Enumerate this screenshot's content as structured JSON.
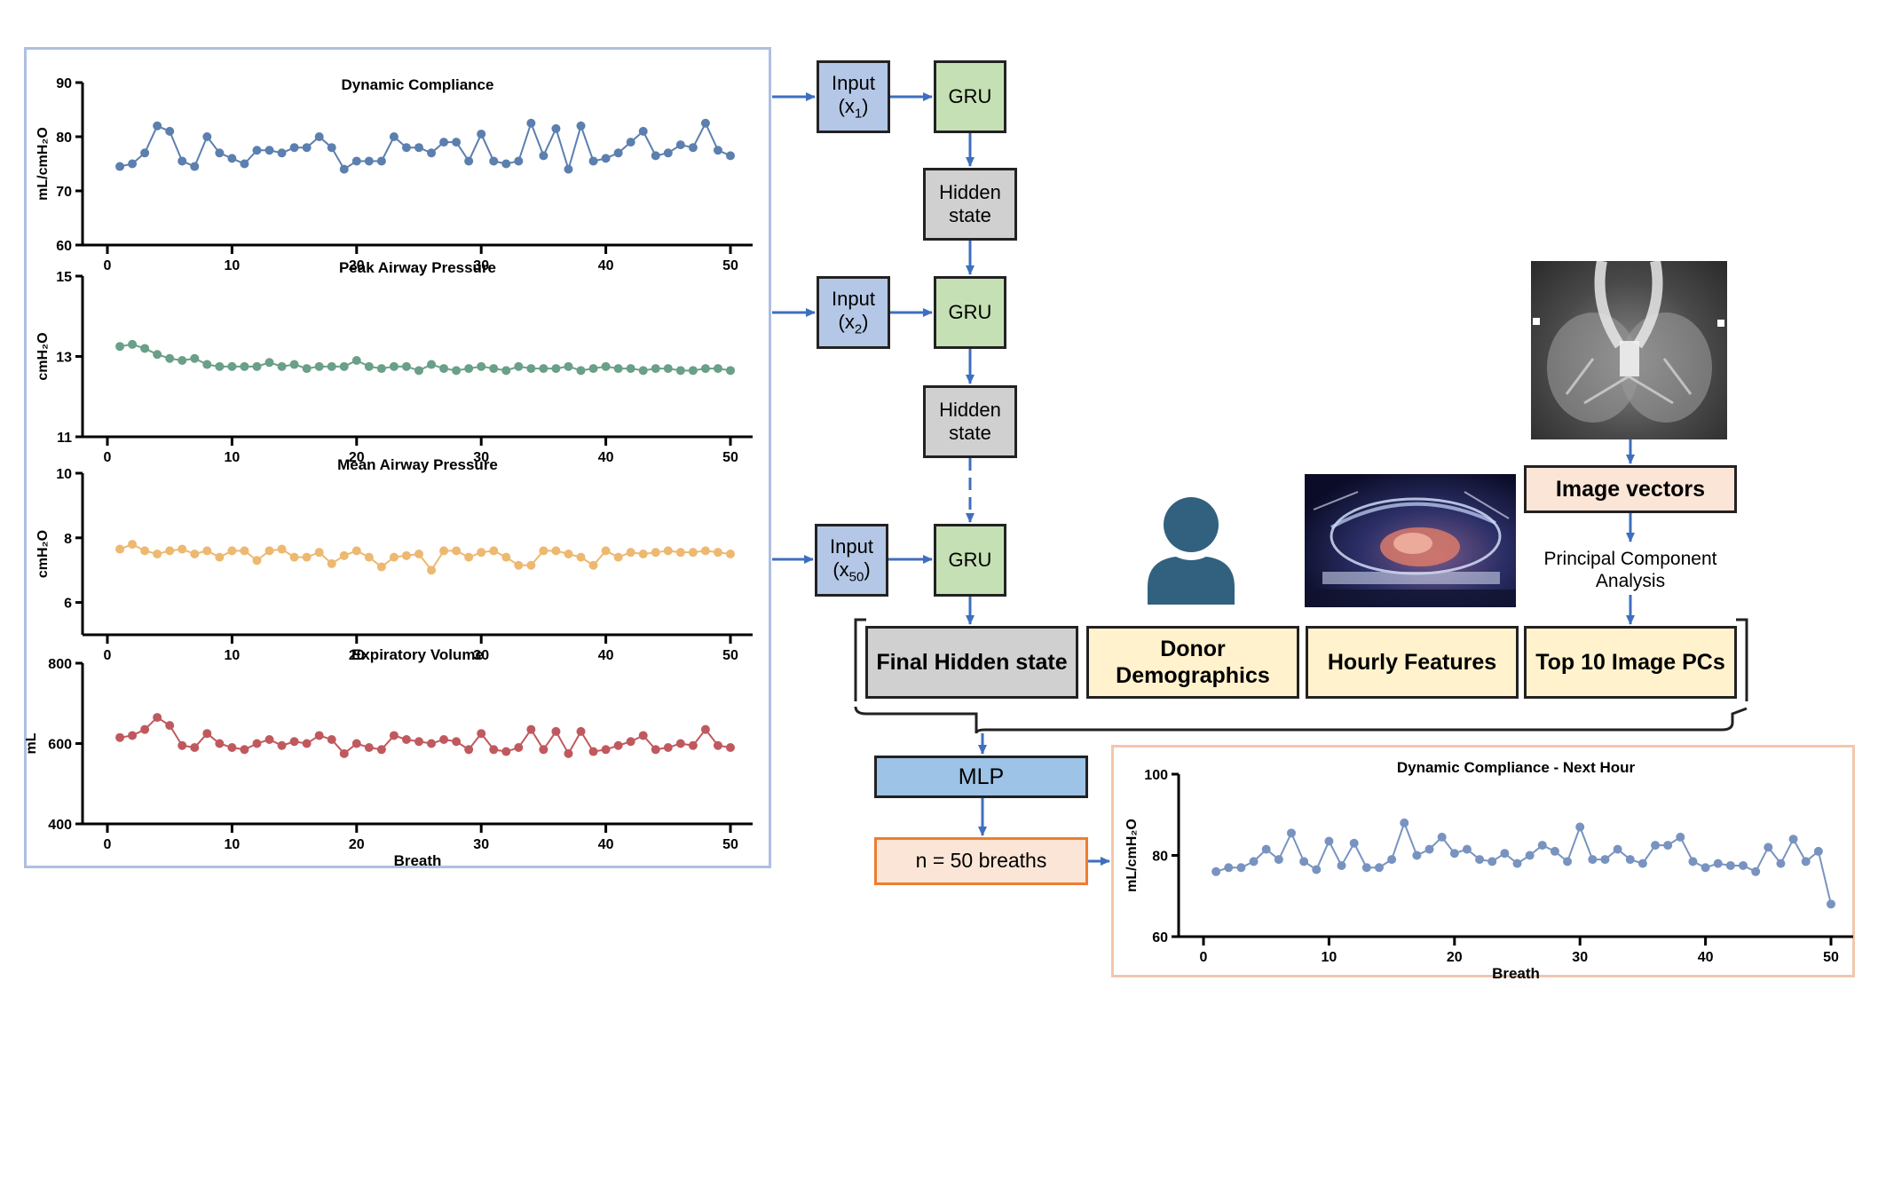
{
  "colors": {
    "panel_border": "#aebfe0",
    "panel2_border": "#f2c7ad",
    "arrow": "#3e6fbf",
    "input_fill": "#b4c7e7",
    "gru_fill": "#c5e0b4",
    "hidden_fill": "#d0d0d0",
    "demo_fill": "#fff2cc",
    "image_vec_fill": "#fbe5d6",
    "mlp_fill": "#9dc3e6",
    "output_fill": "#fbe5d6",
    "output_border": "#ed7d31",
    "person_icon": "#31617f",
    "series_compliance": "#5b7fae",
    "series_peak": "#6a9f88",
    "series_mean": "#edb870",
    "series_expvol": "#c0595e",
    "series_next": "#7893c0"
  },
  "sequence": {
    "inputs": [
      {
        "label": "Input",
        "sub_prefix": "(x",
        "sub": "1",
        "sub_suffix": ")"
      },
      {
        "label": "Input",
        "sub_prefix": "(x",
        "sub": "2",
        "sub_suffix": ")"
      },
      {
        "label": "Input",
        "sub_prefix": "(x",
        "sub": "50",
        "sub_suffix": ")"
      }
    ],
    "gru_label": "GRU",
    "hidden_label_line1": "Hidden",
    "hidden_label_line2": "state"
  },
  "features": {
    "final_hidden": "Final Hidden state",
    "donor_line1": "Donor",
    "donor_line2": "Demographics",
    "hourly": "Hourly Features",
    "image_pcs": "Top 10 Image PCs"
  },
  "image_vectors": "Image vectors",
  "pca_line1": "Principal Component",
  "pca_line2": "Analysis",
  "mlp": "MLP",
  "output": "n = 50 breaths",
  "person_icon": "person-icon",
  "chart_data": [
    {
      "type": "line",
      "title": "Dynamic Compliance",
      "xlabel": "",
      "ylabel": "mL/cmH₂O",
      "ylim": [
        60,
        90
      ],
      "yticks": [
        60,
        70,
        80,
        90
      ],
      "xlim": [
        0,
        50
      ],
      "xticks": [
        0,
        10,
        20,
        30,
        40,
        50
      ],
      "series": [
        {
          "x": [
            1,
            2,
            3,
            4,
            5,
            6,
            7,
            8,
            9,
            10,
            11,
            12,
            13,
            14,
            15,
            16,
            17,
            18,
            19,
            20,
            21,
            22,
            23,
            24,
            25,
            26,
            27,
            28,
            29,
            30,
            31,
            32,
            33,
            34,
            35,
            36,
            37,
            38,
            39,
            40,
            41,
            42,
            43,
            44,
            45,
            46,
            47,
            48,
            49,
            50
          ],
          "values": [
            74.5,
            75,
            77,
            82,
            81,
            75.5,
            74.5,
            80,
            77,
            76,
            75,
            77.5,
            77.5,
            77,
            78,
            78,
            80,
            78,
            74,
            75.5,
            75.5,
            75.5,
            80,
            78,
            78,
            77,
            79,
            79,
            75.5,
            80.5,
            75.5,
            75,
            75.5,
            82.5,
            76.5,
            81.5,
            74,
            82,
            75.5,
            76,
            77,
            79,
            81,
            76.5,
            77,
            78.5,
            78,
            82.5,
            77.5,
            76.5
          ]
        }
      ]
    },
    {
      "type": "line",
      "title": "Peak Airway Pressure",
      "xlabel": "",
      "ylabel": "cmH₂O",
      "ylim": [
        11,
        15
      ],
      "yticks": [
        11,
        13,
        15
      ],
      "xlim": [
        0,
        50
      ],
      "xticks": [
        0,
        10,
        20,
        30,
        40,
        50
      ],
      "series": [
        {
          "x": [
            1,
            2,
            3,
            4,
            5,
            6,
            7,
            8,
            9,
            10,
            11,
            12,
            13,
            14,
            15,
            16,
            17,
            18,
            19,
            20,
            21,
            22,
            23,
            24,
            25,
            26,
            27,
            28,
            29,
            30,
            31,
            32,
            33,
            34,
            35,
            36,
            37,
            38,
            39,
            40,
            41,
            42,
            43,
            44,
            45,
            46,
            47,
            48,
            49,
            50
          ],
          "values": [
            13.25,
            13.3,
            13.2,
            13.05,
            12.95,
            12.9,
            12.95,
            12.8,
            12.75,
            12.75,
            12.75,
            12.75,
            12.85,
            12.75,
            12.8,
            12.7,
            12.75,
            12.75,
            12.75,
            12.9,
            12.75,
            12.7,
            12.75,
            12.75,
            12.65,
            12.8,
            12.7,
            12.65,
            12.7,
            12.75,
            12.7,
            12.65,
            12.75,
            12.7,
            12.7,
            12.7,
            12.75,
            12.65,
            12.7,
            12.75,
            12.7,
            12.7,
            12.65,
            12.7,
            12.7,
            12.65,
            12.65,
            12.7,
            12.7,
            12.65
          ]
        }
      ]
    },
    {
      "type": "line",
      "title": "Mean Airway Pressure",
      "xlabel": "",
      "ylabel": "cmH₂O",
      "ylim": [
        5,
        10
      ],
      "yticks": [
        6,
        8,
        10
      ],
      "xlim": [
        0,
        50
      ],
      "xticks": [
        0,
        10,
        20,
        30,
        40,
        50
      ],
      "series": [
        {
          "x": [
            1,
            2,
            3,
            4,
            5,
            6,
            7,
            8,
            9,
            10,
            11,
            12,
            13,
            14,
            15,
            16,
            17,
            18,
            19,
            20,
            21,
            22,
            23,
            24,
            25,
            26,
            27,
            28,
            29,
            30,
            31,
            32,
            33,
            34,
            35,
            36,
            37,
            38,
            39,
            40,
            41,
            42,
            43,
            44,
            45,
            46,
            47,
            48,
            49,
            50
          ],
          "values": [
            7.65,
            7.8,
            7.6,
            7.5,
            7.6,
            7.65,
            7.5,
            7.6,
            7.4,
            7.6,
            7.6,
            7.3,
            7.6,
            7.65,
            7.4,
            7.4,
            7.55,
            7.2,
            7.45,
            7.6,
            7.4,
            7.1,
            7.4,
            7.45,
            7.5,
            7,
            7.6,
            7.6,
            7.4,
            7.55,
            7.6,
            7.4,
            7.15,
            7.15,
            7.6,
            7.6,
            7.5,
            7.4,
            7.15,
            7.6,
            7.4,
            7.55,
            7.5,
            7.55,
            7.6,
            7.55,
            7.55,
            7.6,
            7.55,
            7.5
          ]
        }
      ]
    },
    {
      "type": "line",
      "title": "Expiratory Volume",
      "xlabel": "Breath",
      "ylabel": "mL",
      "ylim": [
        400,
        800
      ],
      "yticks": [
        400,
        600,
        800
      ],
      "xlim": [
        0,
        50
      ],
      "xticks": [
        0,
        10,
        20,
        30,
        40,
        50
      ],
      "series": [
        {
          "x": [
            1,
            2,
            3,
            4,
            5,
            6,
            7,
            8,
            9,
            10,
            11,
            12,
            13,
            14,
            15,
            16,
            17,
            18,
            19,
            20,
            21,
            22,
            23,
            24,
            25,
            26,
            27,
            28,
            29,
            30,
            31,
            32,
            33,
            34,
            35,
            36,
            37,
            38,
            39,
            40,
            41,
            42,
            43,
            44,
            45,
            46,
            47,
            48,
            49,
            50
          ],
          "values": [
            615,
            620,
            635,
            665,
            645,
            595,
            590,
            625,
            600,
            590,
            585,
            600,
            610,
            595,
            605,
            600,
            620,
            610,
            575,
            600,
            590,
            585,
            620,
            610,
            605,
            600,
            610,
            605,
            585,
            625,
            585,
            580,
            590,
            635,
            585,
            630,
            575,
            630,
            580,
            585,
            595,
            605,
            620,
            585,
            590,
            600,
            595,
            635,
            595,
            590
          ]
        }
      ]
    },
    {
      "type": "line",
      "title": "Dynamic Compliance -  Next Hour",
      "xlabel": "Breath",
      "ylabel": "mL/cmH₂O",
      "ylim": [
        60,
        100
      ],
      "yticks": [
        60,
        80,
        100
      ],
      "xlim": [
        0,
        50
      ],
      "xticks": [
        0,
        10,
        20,
        30,
        40,
        50
      ],
      "series": [
        {
          "x": [
            1,
            2,
            3,
            4,
            5,
            6,
            7,
            8,
            9,
            10,
            11,
            12,
            13,
            14,
            15,
            16,
            17,
            18,
            19,
            20,
            21,
            22,
            23,
            24,
            25,
            26,
            27,
            28,
            29,
            30,
            31,
            32,
            33,
            34,
            35,
            36,
            37,
            38,
            39,
            40,
            41,
            42,
            43,
            44,
            45,
            46,
            47,
            48,
            49,
            50
          ],
          "values": [
            76,
            77,
            77,
            78.5,
            81.5,
            79,
            85.5,
            78.5,
            76.5,
            83.5,
            77.5,
            83,
            77,
            77,
            79,
            88,
            80,
            81.5,
            84.5,
            80.5,
            81.5,
            79,
            78.5,
            80.5,
            78,
            80,
            82.5,
            81,
            78.5,
            87,
            79,
            79,
            81.5,
            79,
            78,
            82.5,
            82.5,
            84.5,
            78.5,
            77,
            78,
            77.5,
            77.5,
            76,
            82,
            78,
            84,
            78.5,
            81,
            68
          ]
        }
      ]
    }
  ]
}
